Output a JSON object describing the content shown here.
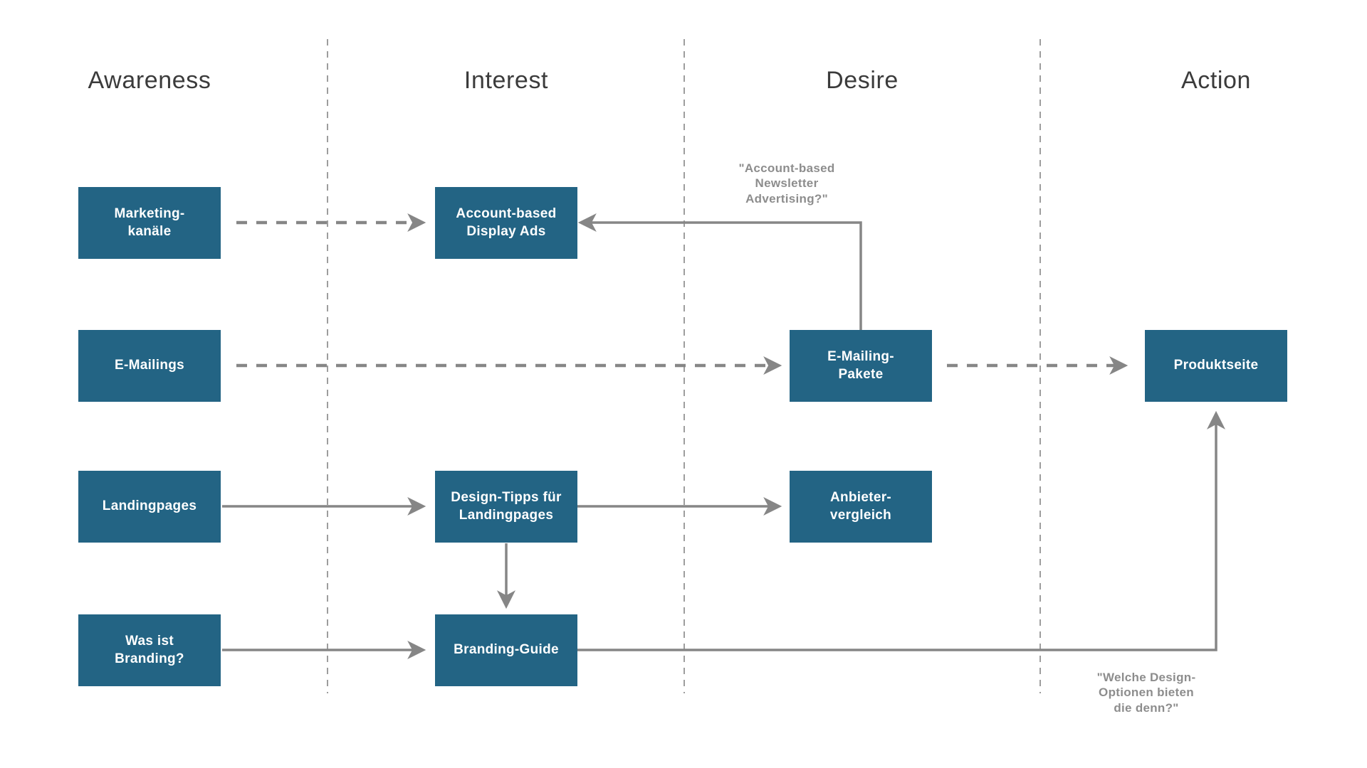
{
  "diagram": {
    "columns": [
      {
        "label": "Awareness"
      },
      {
        "label": "Interest"
      },
      {
        "label": "Desire"
      },
      {
        "label": "Action"
      }
    ],
    "nodes": {
      "marketing_kanaele": {
        "label": "Marketing-\nkanäle",
        "column": "Awareness"
      },
      "e_mailings": {
        "label": "E-Mailings",
        "column": "Awareness"
      },
      "landingpages": {
        "label": "Landingpages",
        "column": "Awareness"
      },
      "was_ist_branding": {
        "label": "Was ist\nBranding?",
        "column": "Awareness"
      },
      "account_display_ads": {
        "label": "Account-based\nDisplay Ads",
        "column": "Interest"
      },
      "design_tipps": {
        "label": "Design-Tipps für\nLandingpages",
        "column": "Interest"
      },
      "branding_guide": {
        "label": "Branding-Guide",
        "column": "Interest"
      },
      "e_mailing_pakete": {
        "label": "E-Mailing-\nPakete",
        "column": "Desire"
      },
      "anbieter_vergleich": {
        "label": "Anbieter-\nvergleich",
        "column": "Desire"
      },
      "produktseite": {
        "label": "Produktseite",
        "column": "Action"
      }
    },
    "annotations": {
      "newsletter_question": "\"Account-based\nNewsletter\nAdvertising?\"",
      "design_question": "\"Welche Design-\nOptionen bieten\ndie denn?\""
    },
    "edges": [
      {
        "from": "marketing_kanaele",
        "to": "account_display_ads",
        "style": "dashed"
      },
      {
        "from": "e_mailings",
        "to": "e_mailing_pakete",
        "style": "dashed"
      },
      {
        "from": "e_mailing_pakete",
        "to": "produktseite",
        "style": "dashed"
      },
      {
        "from": "e_mailing_pakete",
        "to": "account_display_ads",
        "style": "solid-elbow",
        "annotation": "newsletter_question"
      },
      {
        "from": "landingpages",
        "to": "design_tipps",
        "style": "solid"
      },
      {
        "from": "design_tipps",
        "to": "anbieter_vergleich",
        "style": "solid"
      },
      {
        "from": "design_tipps",
        "to": "branding_guide",
        "style": "solid"
      },
      {
        "from": "was_ist_branding",
        "to": "branding_guide",
        "style": "solid"
      },
      {
        "from": "branding_guide",
        "to": "produktseite",
        "style": "solid-elbow",
        "annotation": "design_question"
      }
    ],
    "colors": {
      "node_fill": "#236484",
      "node_text": "#ffffff",
      "arrow": "#868686",
      "divider": "#9d9d9d",
      "heading_text": "#3b3b3b",
      "annotation_text": "#8d8d8d",
      "background": "#ffffff"
    }
  }
}
